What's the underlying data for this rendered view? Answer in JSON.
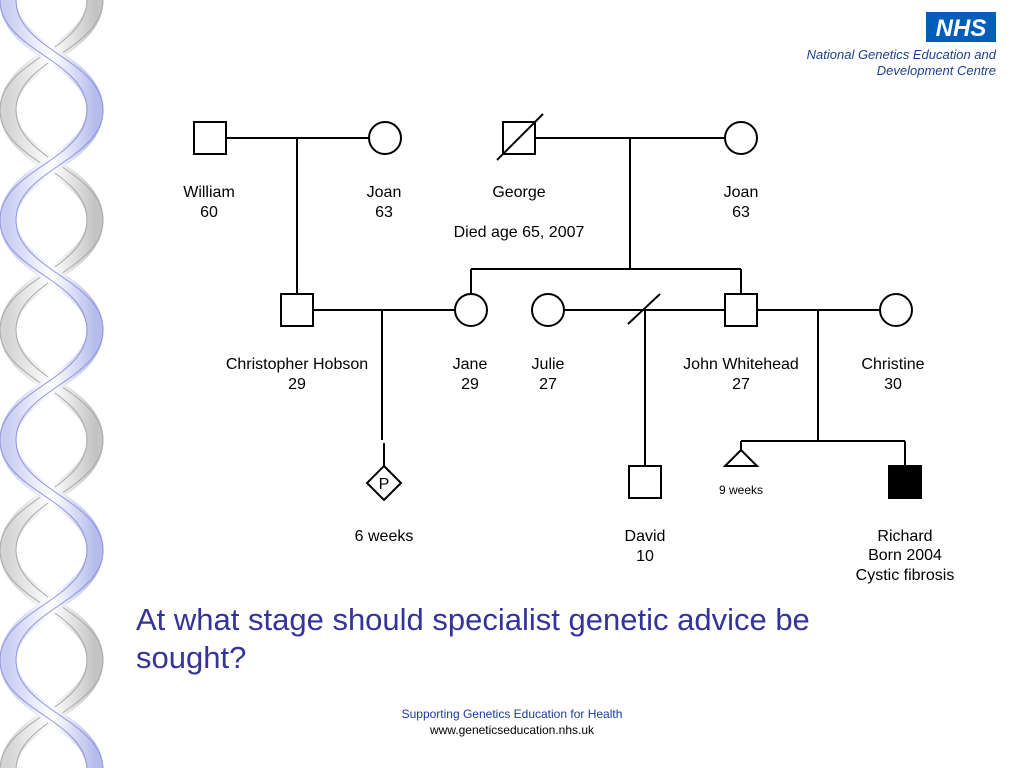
{
  "branding": {
    "logo_text": "NHS",
    "org_line1": "National Genetics Education and",
    "org_line2": "Development Centre"
  },
  "pedigree": {
    "people": {
      "william": {
        "name": "William",
        "age": "60",
        "sex": "male",
        "status": "unaffected"
      },
      "joan_left": {
        "name": "Joan",
        "age": "63",
        "sex": "female",
        "status": "unaffected"
      },
      "george": {
        "name": "George",
        "note": "Died age 65, 2007",
        "sex": "male",
        "status": "deceased"
      },
      "joan_right": {
        "name": "Joan",
        "age": "63",
        "sex": "female",
        "status": "unaffected"
      },
      "christopher": {
        "name": "Christopher Hobson",
        "age": "29",
        "sex": "male",
        "status": "unaffected"
      },
      "jane": {
        "name": "Jane",
        "age": "29",
        "sex": "female",
        "status": "unaffected"
      },
      "julie": {
        "name": "Julie",
        "age": "27",
        "sex": "female",
        "status": "unaffected"
      },
      "john": {
        "name": "John Whitehead",
        "age": "27",
        "sex": "male",
        "status": "unaffected"
      },
      "christine": {
        "name": "Christine",
        "age": "30",
        "sex": "female",
        "status": "unaffected"
      },
      "pregnancy": {
        "symbol": "P",
        "gestation": "6 weeks",
        "sex": "unknown",
        "status": "pregnancy"
      },
      "david": {
        "name": "David",
        "age": "10",
        "sex": "male",
        "status": "unaffected"
      },
      "miscarriage": {
        "gestation": "9 weeks",
        "status": "miscarriage"
      },
      "richard": {
        "name": "Richard",
        "born": "Born 2004",
        "condition": "Cystic fibrosis",
        "sex": "male",
        "status": "affected"
      }
    }
  },
  "question": "At what stage should specialist genetic advice be sought?",
  "footer": {
    "tagline": "Supporting Genetics Education for Health",
    "url": "www.geneticseducation.nhs.uk"
  },
  "colors": {
    "nhs_blue": "#005eb8",
    "org_text": "#1d3f8f",
    "question_text": "#333399",
    "affected_fill": "#000000"
  }
}
